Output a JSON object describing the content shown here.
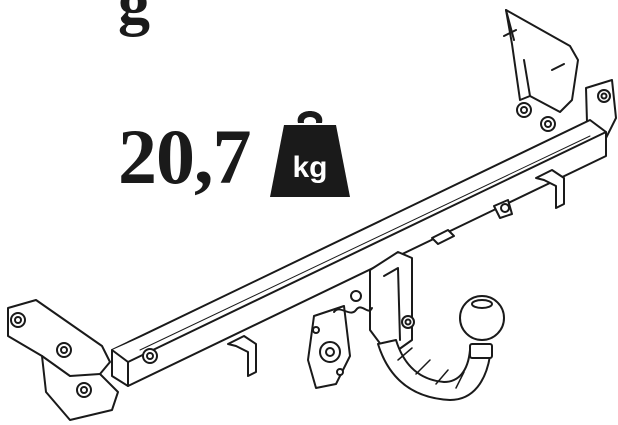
{
  "header": {
    "fragment": "g"
  },
  "badge": {
    "weight_value": "20,7",
    "unit": "kg"
  },
  "colors": {
    "ink": "#1a1a1a",
    "paper": "#ffffff"
  },
  "icons": {
    "weight": "weight-icon",
    "product": "tow-bar-drawing"
  }
}
